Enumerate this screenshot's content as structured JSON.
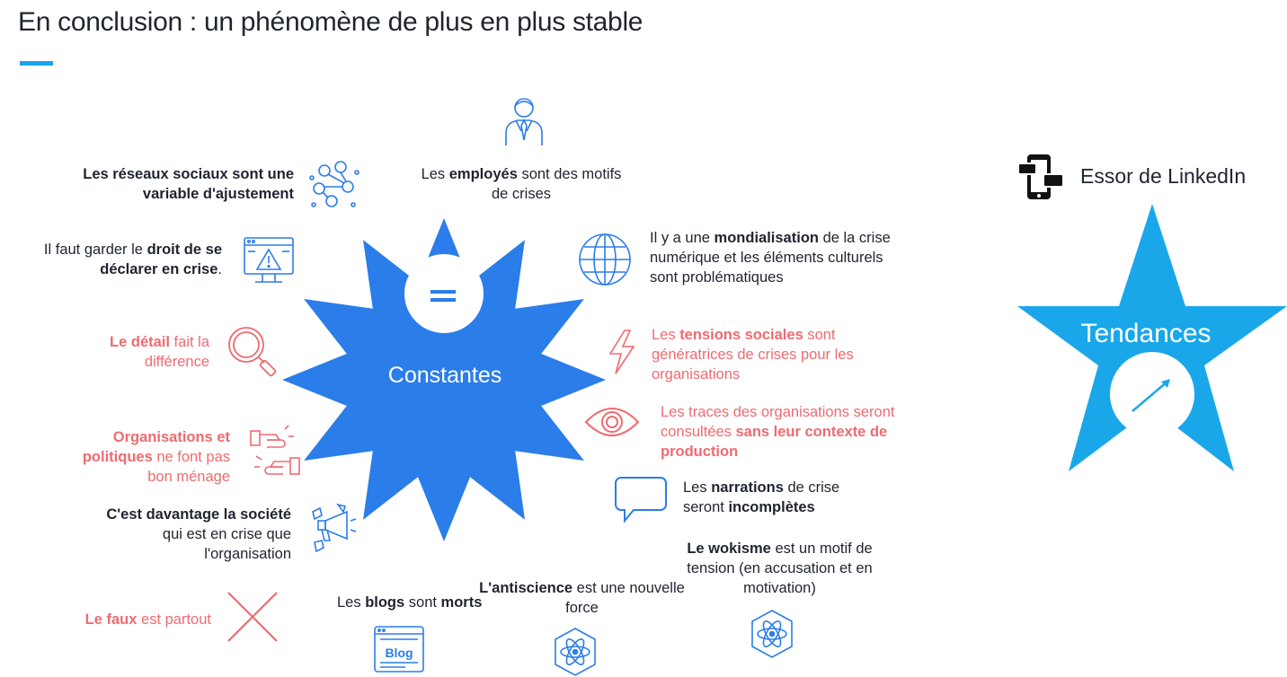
{
  "title": "En conclusion : un phénomène de plus en plus stable",
  "colors": {
    "accent": "#1aa3e8",
    "star_constantes": "#2b7de9",
    "star_tendances": "#1aa7ea",
    "highlight": "#ee6b70",
    "text": "#1f2430"
  },
  "constantes": {
    "label": "Constantes",
    "symbol": "=",
    "items": [
      {
        "id": "reseaux",
        "icon": "network-people-icon",
        "parts": [
          "Les réseaux sociaux sont une",
          "variable d'ajustement"
        ]
      },
      {
        "id": "droit",
        "icon": "browser-warning-icon",
        "parts": [
          "Il faut garder le ",
          "droit de se",
          "déclarer en crise",
          "."
        ]
      },
      {
        "id": "detail",
        "icon": "magnifier-icon",
        "parts": [
          "Le détail",
          " fait la",
          "différence"
        ]
      },
      {
        "id": "organisations",
        "icon": "handshake-icon",
        "parts": [
          "Organisations et",
          "politiques",
          " ne font pas",
          "bon ménage"
        ]
      },
      {
        "id": "societe",
        "icon": "megaphone-icon",
        "parts": [
          "C'est davantage la société",
          "qui est en crise que",
          "l'organisation"
        ]
      },
      {
        "id": "faux",
        "icon": "cross-icon",
        "parts": [
          "Le faux",
          " est partout"
        ]
      },
      {
        "id": "blogs",
        "icon": "blog-icon",
        "parts": [
          "Les ",
          "blogs",
          " sont ",
          "morts"
        ],
        "icon_label": "Blog"
      },
      {
        "id": "antiscience",
        "icon": "atom-icon",
        "parts": [
          "L'antiscience",
          " est une nouvelle",
          "force"
        ]
      },
      {
        "id": "wokisme",
        "icon": "atom-icon",
        "parts": [
          "Le wokisme",
          " est un motif de",
          "tension (en accusation et en",
          "motivation)"
        ]
      },
      {
        "id": "employes",
        "icon": "employee-icon",
        "parts": [
          "Les ",
          "employés",
          " sont des motifs",
          "de crises"
        ]
      },
      {
        "id": "mondialisation",
        "icon": "globe-icon",
        "parts": [
          "Il y a une ",
          "mondialisation",
          " de la crise",
          "numérique et les éléments culturels",
          "sont problématiques"
        ]
      },
      {
        "id": "tensions",
        "icon": "lightning-icon",
        "parts": [
          "Les ",
          "tensions sociales",
          " sont",
          "génératrices de crises pour les",
          "organisations"
        ]
      },
      {
        "id": "traces",
        "icon": "eye-icon",
        "parts": [
          "Les traces des organisations seront",
          "consultées ",
          "sans leur contexte de",
          "production"
        ]
      },
      {
        "id": "narrations",
        "icon": "speech-bubble-icon",
        "parts": [
          "Les ",
          "narrations",
          " de crise",
          "seront ",
          "incomplètes"
        ]
      }
    ]
  },
  "tendances": {
    "label": "Tendances",
    "symbol": "↗",
    "items": [
      {
        "id": "linkedin",
        "icon": "phone-chat-icon",
        "label": "Essor de LinkedIn"
      }
    ]
  }
}
